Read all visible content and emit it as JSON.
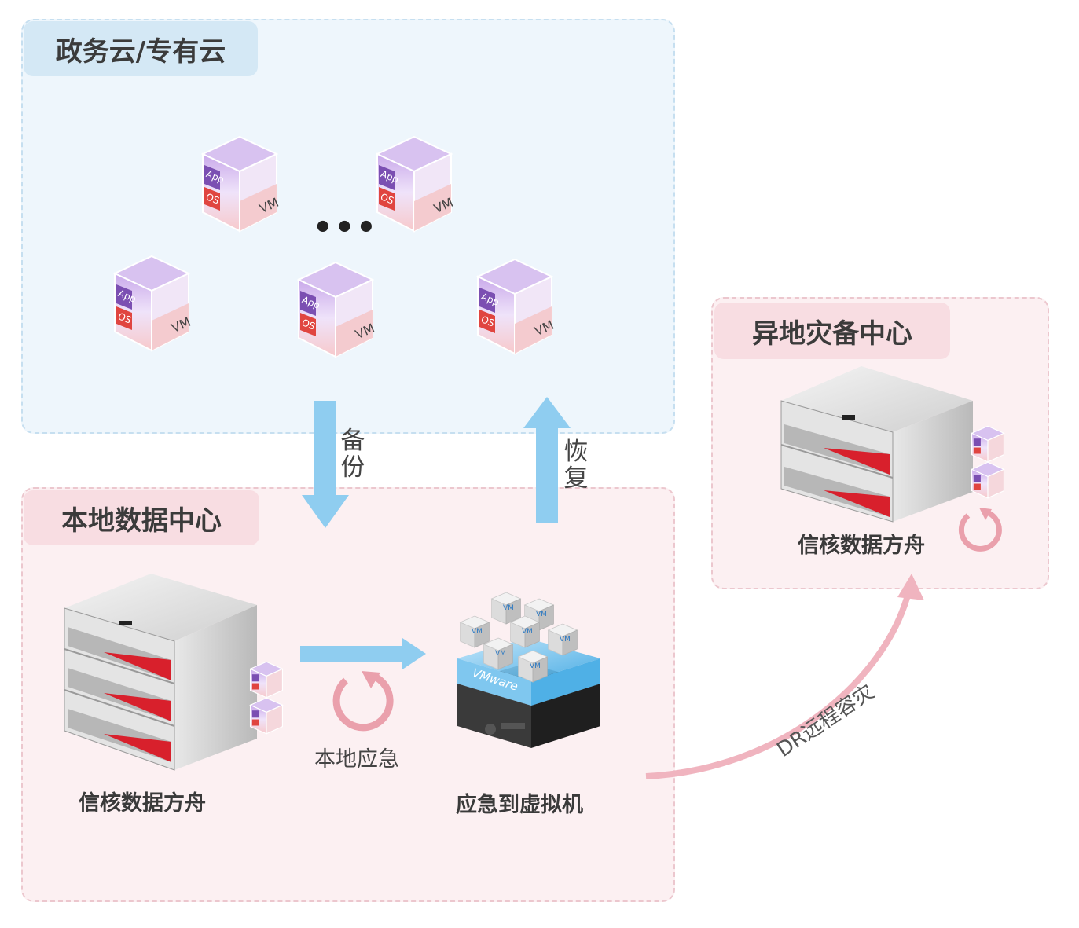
{
  "zones": {
    "cloud": {
      "title": "政务云/专有云",
      "ellipsis": "•••"
    },
    "local": {
      "title": "本地数据中心"
    },
    "remote": {
      "title": "异地灾备中心"
    }
  },
  "vm_icon": {
    "app": "App",
    "os": "OS",
    "vm": "VM"
  },
  "flows": {
    "backup": "备份",
    "restore": "恢复",
    "local_emergency": "本地应急",
    "dr": "DR远程容灾"
  },
  "nodes": {
    "local_ark": "信核数据方舟",
    "emergency_vm": "应急到虚拟机",
    "remote_ark": "信核数据方舟"
  },
  "vmware": {
    "brand": "VMware",
    "cube_label": "VM"
  },
  "colors": {
    "cloud_bg": "#eef6fc",
    "local_bg": "#fcf0f2",
    "blue_arrow": "#8fcdf0",
    "pink_arrow": "#eaa0ac",
    "server_red": "#d8202c",
    "vm_purple": "#7b4fb2",
    "vm_red": "#e04540"
  }
}
